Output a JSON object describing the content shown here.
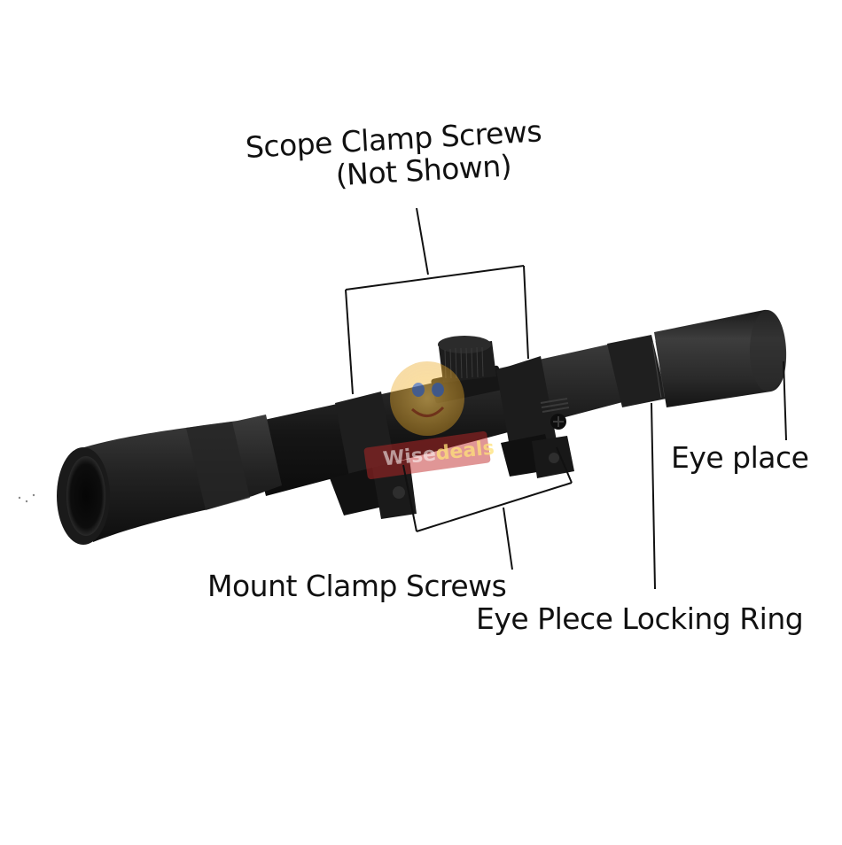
{
  "image": {
    "subject": "riflescope product diagram",
    "background": "#ffffff",
    "scope_color": "#1c1c1c"
  },
  "labels": {
    "scope_clamp_screws_line1": "Scope Clamp Screws",
    "scope_clamp_screws_line2": "(Not Shown)",
    "mount_clamp_screws": "Mount Clamp Screws",
    "eye_piece_locking_ring": "Eye Plece Locking Ring",
    "eye_place": "Eye place"
  },
  "watermark": {
    "part1": "Wise",
    "part2": "deals"
  }
}
